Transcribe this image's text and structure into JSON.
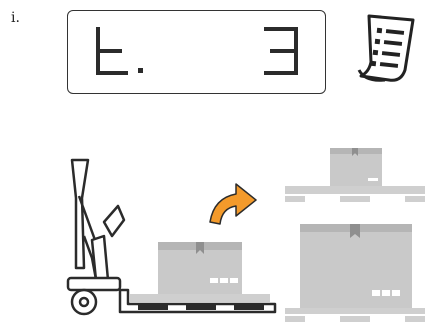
{
  "step": {
    "label": "i."
  },
  "display": {
    "segments_left": "t.",
    "segments_right": "3"
  },
  "icons": {
    "printer": "receipt-printer-icon",
    "pallet_truck": "pallet-truck-scale-icon",
    "arrow": "move-arrow-icon",
    "box": "cardboard-box-icon"
  },
  "colors": {
    "line": "#2b2b2b",
    "box_fill": "#c9c9c9",
    "box_top": "#b5b5b5",
    "pallet": "#cfcfcf",
    "arrow": "#f39a2b"
  }
}
